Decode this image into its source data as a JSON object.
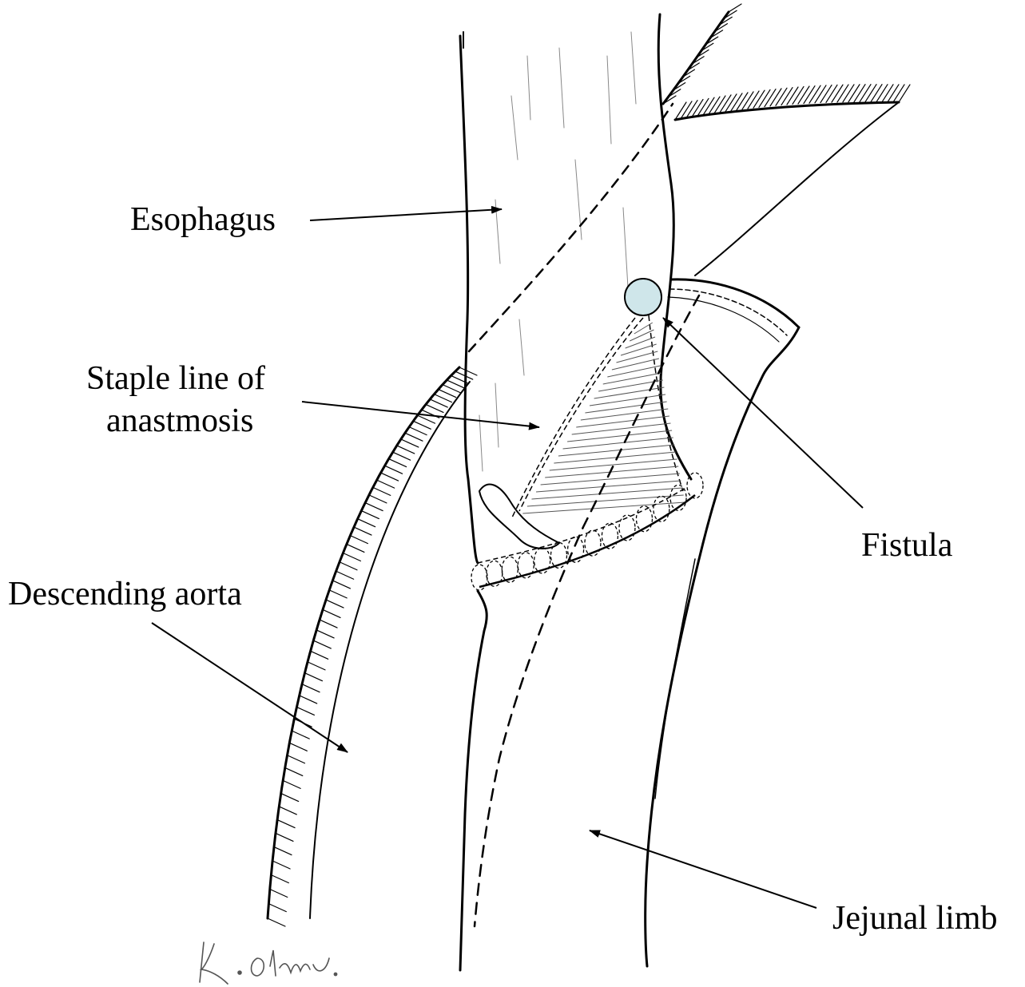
{
  "diagram": {
    "labels": {
      "esophagus": "Esophagus",
      "staple_line_1": "Staple line of",
      "staple_line_2": "anastmosis",
      "fistula": "Fistula",
      "descending_aorta": "Descending aorta",
      "jejunal_limb": "Jejunal limb"
    },
    "signature": "K. Ohno"
  },
  "colors": {
    "ink": "#000000",
    "fistula_fill": "#cfe6ea",
    "background": "#ffffff"
  }
}
